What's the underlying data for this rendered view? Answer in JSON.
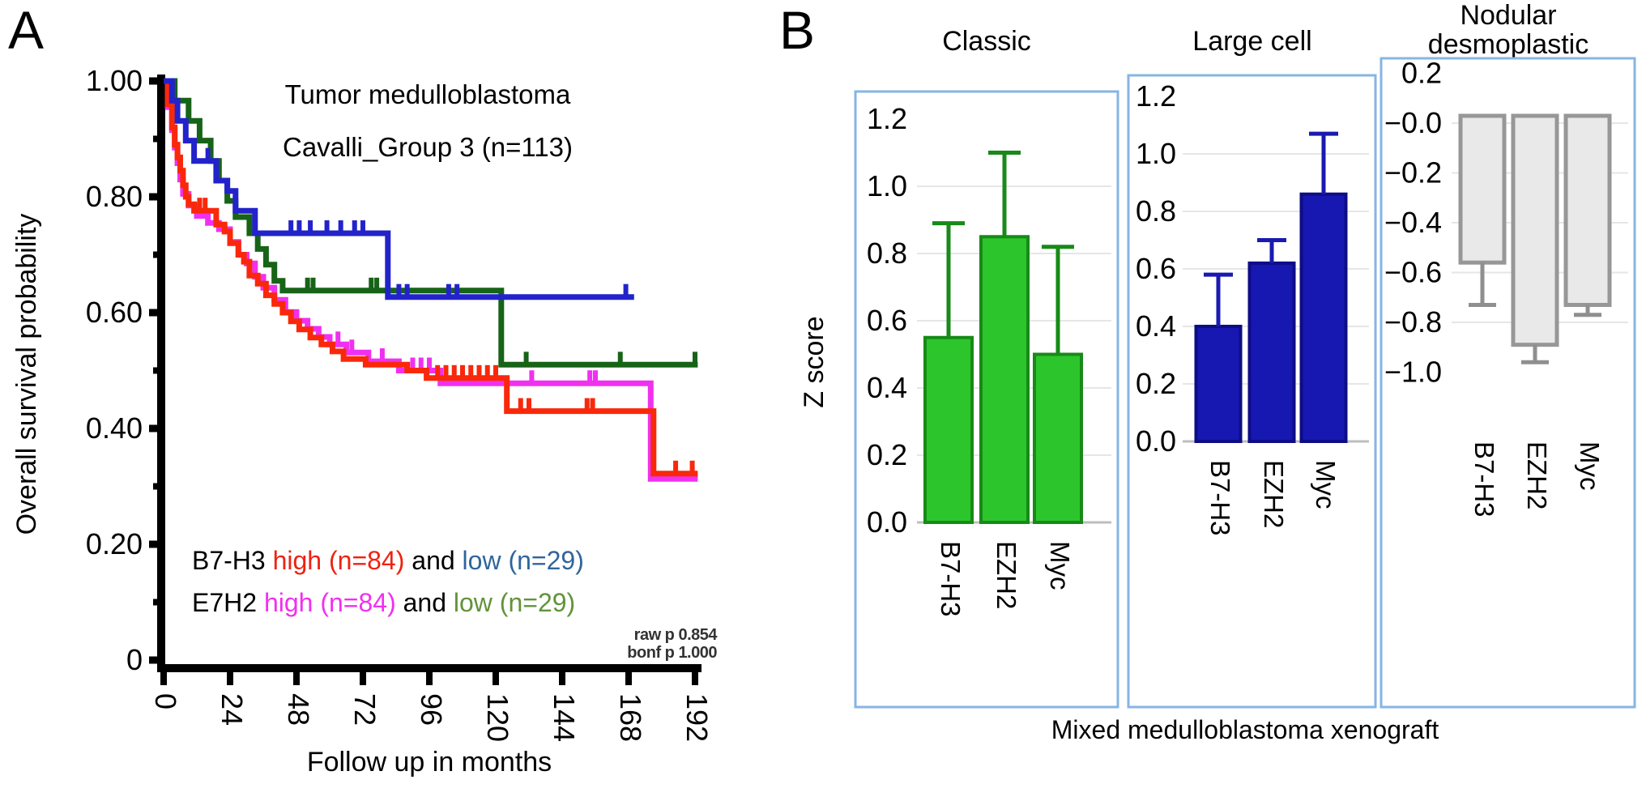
{
  "figure": {
    "panel_a_label": "A",
    "panel_b_label": "B",
    "background": "#ffffff"
  },
  "panel_b": {
    "caption": "Mixed medulloblastoma xenograft",
    "ylabel": "Z score"
  },
  "chart_data": [
    {
      "type": "line",
      "subtype": "kaplan_meier_survival",
      "title_lines": [
        "Tumor medulloblastoma",
        "Cavalli_Group 3 (n=113)"
      ],
      "xlabel": "Follow up in months",
      "ylabel": "Overall survival probability",
      "xlim": [
        0,
        200
      ],
      "ylim": [
        0,
        1.0
      ],
      "x_ticks": [
        0,
        24,
        48,
        72,
        96,
        120,
        144,
        168,
        192
      ],
      "y_ticks": [
        {
          "label": "1.00",
          "v": 1.0
        },
        {
          "label": "0.80",
          "v": 0.8
        },
        {
          "label": "0.60",
          "v": 0.6
        },
        {
          "label": "0.40",
          "v": 0.4
        },
        {
          "label": "0.20",
          "v": 0.2
        },
        {
          "label": "0",
          "v": 0
        }
      ],
      "y_minor_ticks": [
        0.9,
        0.7,
        0.5,
        0.3,
        0.1
      ],
      "legend_line1": [
        {
          "text": "B7-H3 ",
          "color": "#000000"
        },
        {
          "text": "high (n=84)",
          "color": "#ee2211"
        },
        {
          "text": " and ",
          "color": "#000000"
        },
        {
          "text": "low (n=29)",
          "color": "#30659c"
        }
      ],
      "legend_line2": [
        {
          "text": "E7H2 ",
          "color": "#000000"
        },
        {
          "text": "high (n=84)",
          "color": "#f030f0"
        },
        {
          "text": " and ",
          "color": "#000000"
        },
        {
          "text": "low (n=29)",
          "color": "#629339"
        }
      ],
      "stats": [
        "raw p 0.854",
        "bonf p 1.000"
      ],
      "series": [
        {
          "name": "E7H2 high (n=84)",
          "color": "#f030f0",
          "end": 193,
          "steps": [
            [
              0,
              1.0
            ],
            [
              1.5,
              0.955
            ],
            [
              3,
              0.915
            ],
            [
              4,
              0.885
            ],
            [
              5,
              0.858
            ],
            [
              6,
              0.83
            ],
            [
              7,
              0.805
            ],
            [
              9,
              0.785
            ],
            [
              12,
              0.767
            ],
            [
              16,
              0.755
            ],
            [
              20,
              0.744
            ],
            [
              24,
              0.722
            ],
            [
              27,
              0.7
            ],
            [
              30,
              0.685
            ],
            [
              33,
              0.662
            ],
            [
              36,
              0.643
            ],
            [
              40,
              0.622
            ],
            [
              44,
              0.601
            ],
            [
              48,
              0.586
            ],
            [
              52,
              0.572
            ],
            [
              56,
              0.558
            ],
            [
              60,
              0.545
            ],
            [
              66,
              0.531
            ],
            [
              74,
              0.516
            ],
            [
              85,
              0.5
            ],
            [
              100,
              0.478
            ],
            [
              176,
              0.313
            ]
          ],
          "censor_months": [
            63,
            68,
            79,
            90,
            93,
            96,
            133,
            154,
            156
          ]
        },
        {
          "name": "B7-H3 high (n=84)",
          "color": "#f9280a",
          "end": 193,
          "steps": [
            [
              0,
              1.0
            ],
            [
              1.5,
              0.96
            ],
            [
              3,
              0.92
            ],
            [
              4,
              0.89
            ],
            [
              5,
              0.868
            ],
            [
              6,
              0.845
            ],
            [
              7,
              0.82
            ],
            [
              8,
              0.8
            ],
            [
              9,
              0.787
            ],
            [
              11,
              0.776
            ],
            [
              19,
              0.752
            ],
            [
              22,
              0.74
            ],
            [
              24,
              0.72
            ],
            [
              27,
              0.7
            ],
            [
              29,
              0.688
            ],
            [
              31,
              0.664
            ],
            [
              34,
              0.65
            ],
            [
              37,
              0.63
            ],
            [
              40,
              0.615
            ],
            [
              43,
              0.6
            ],
            [
              46,
              0.585
            ],
            [
              49,
              0.571
            ],
            [
              53,
              0.557
            ],
            [
              57,
              0.545
            ],
            [
              61,
              0.533
            ],
            [
              65,
              0.52
            ],
            [
              73,
              0.51
            ],
            [
              88,
              0.5
            ],
            [
              95,
              0.487
            ],
            [
              124,
              0.43
            ],
            [
              177,
              0.322
            ]
          ],
          "censor_months": [
            13,
            15,
            99,
            102,
            105,
            108,
            111,
            114,
            117,
            120,
            129,
            132,
            153,
            155,
            185,
            191
          ]
        },
        {
          "name": "E7H2 low (n=29)",
          "color": "#176317",
          "end": 193,
          "steps": [
            [
              0,
              1.0
            ],
            [
              4,
              0.966
            ],
            [
              9,
              0.931
            ],
            [
              13,
              0.897
            ],
            [
              17,
              0.862
            ],
            [
              20,
              0.828
            ],
            [
              23,
              0.793
            ],
            [
              26,
              0.765
            ],
            [
              31,
              0.737
            ],
            [
              34,
              0.71
            ],
            [
              37,
              0.683
            ],
            [
              40,
              0.655
            ],
            [
              43,
              0.638
            ],
            [
              122,
              0.51
            ]
          ],
          "censor_months": [
            52,
            54,
            75,
            77,
            131,
            165,
            192
          ]
        },
        {
          "name": "B7-H3 low (n=29)",
          "color": "#2323cb",
          "end": 170,
          "steps": [
            [
              0,
              1.0
            ],
            [
              3,
              0.966
            ],
            [
              5,
              0.931
            ],
            [
              8,
              0.897
            ],
            [
              11,
              0.862
            ],
            [
              19,
              0.828
            ],
            [
              23,
              0.81
            ],
            [
              26,
              0.776
            ],
            [
              33,
              0.737
            ],
            [
              81,
              0.627
            ]
          ],
          "censor_months": [
            16,
            46,
            49,
            53,
            59,
            64,
            69,
            72,
            85,
            88,
            103,
            106,
            167
          ]
        }
      ]
    },
    {
      "type": "bar",
      "title": "Classic",
      "categories": [
        "B7-H3",
        "EZH2",
        "Myc"
      ],
      "values": [
        0.55,
        0.85,
        0.5
      ],
      "errors": [
        0.34,
        0.25,
        0.32
      ],
      "error_dir": "up",
      "ylim": [
        0,
        1.2
      ],
      "y_ticks": [
        {
          "label": "1.2",
          "v": 1.2
        },
        {
          "label": "1.0",
          "v": 1.0
        },
        {
          "label": "0.8",
          "v": 0.8
        },
        {
          "label": "0.6",
          "v": 0.6
        },
        {
          "label": "0.4",
          "v": 0.4
        },
        {
          "label": "0.2",
          "v": 0.2
        },
        {
          "label": "0.0",
          "v": 0
        }
      ],
      "ylabel": "Z score",
      "bar_fill": "#2cc62c",
      "bar_stroke": "#178a17",
      "error_color": "#178a17"
    },
    {
      "type": "bar",
      "title": "Large cell",
      "categories": [
        "B7-H3",
        "EZH2",
        "Myc"
      ],
      "values": [
        0.4,
        0.62,
        0.86
      ],
      "errors": [
        0.18,
        0.08,
        0.21
      ],
      "error_dir": "up",
      "ylim": [
        0,
        1.2
      ],
      "y_ticks": [
        {
          "label": "1.2",
          "v": 1.2
        },
        {
          "label": "1.0",
          "v": 1.0
        },
        {
          "label": "0.8",
          "v": 0.8
        },
        {
          "label": "0.6",
          "v": 0.6
        },
        {
          "label": "0.4",
          "v": 0.4
        },
        {
          "label": "0.2",
          "v": 0.2
        },
        {
          "label": "0.0",
          "v": 0
        }
      ],
      "bar_fill": "#1717b2",
      "bar_stroke": "#0d0d85",
      "error_color": "#1a1ab0"
    },
    {
      "type": "bar",
      "title": "Nodular desmoplastic",
      "title_lines": [
        "Nodular",
        "desmoplastic"
      ],
      "categories": [
        "B7-H3",
        "EZH2",
        "Myc"
      ],
      "values": [
        -0.56,
        -0.89,
        -0.73
      ],
      "errors": [
        0.17,
        0.07,
        0.04
      ],
      "error_dir": "down",
      "ylim": [
        0.2,
        -1.0
      ],
      "y_ticks": [
        {
          "label": "0.2",
          "v": 0.2
        },
        {
          "label": "−0.0",
          "v": 0
        },
        {
          "label": "−0.2",
          "v": -0.2
        },
        {
          "label": "−0.4",
          "v": -0.4
        },
        {
          "label": "−0.6",
          "v": -0.6
        },
        {
          "label": "−0.8",
          "v": -0.8
        },
        {
          "label": "−1.0",
          "v": -1.0
        }
      ],
      "bar_fill": "#e9e9e9",
      "bar_stroke": "#979797",
      "error_color": "#8f8f8f"
    }
  ]
}
